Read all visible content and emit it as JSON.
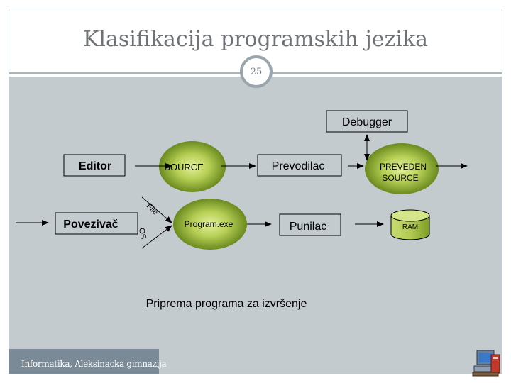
{
  "slide": {
    "title": "Klasifikacija programskih jezika",
    "page_number": "25",
    "footer": "Informatika, Aleksinacka gimnazija"
  },
  "diagram": {
    "debugger": "Debugger",
    "editor": "Editor",
    "source": "SOURCE",
    "prevodilac": "Prevodilac",
    "preveden_line1": "PREVEDEN",
    "preveden_line2": "SOURCE",
    "povezivac": "Povezivač",
    "file_label": "File",
    "os_label": "OS",
    "program_exe": "Program.exe",
    "punilac": "Punilac",
    "ram": "RAM",
    "caption": "Priprema programa za izvršenje"
  },
  "colors": {
    "panel": "#c3cbcf",
    "node_green": "#6e8f1c",
    "node_highlight": "#d9ea8e",
    "arrow": "#000000"
  }
}
